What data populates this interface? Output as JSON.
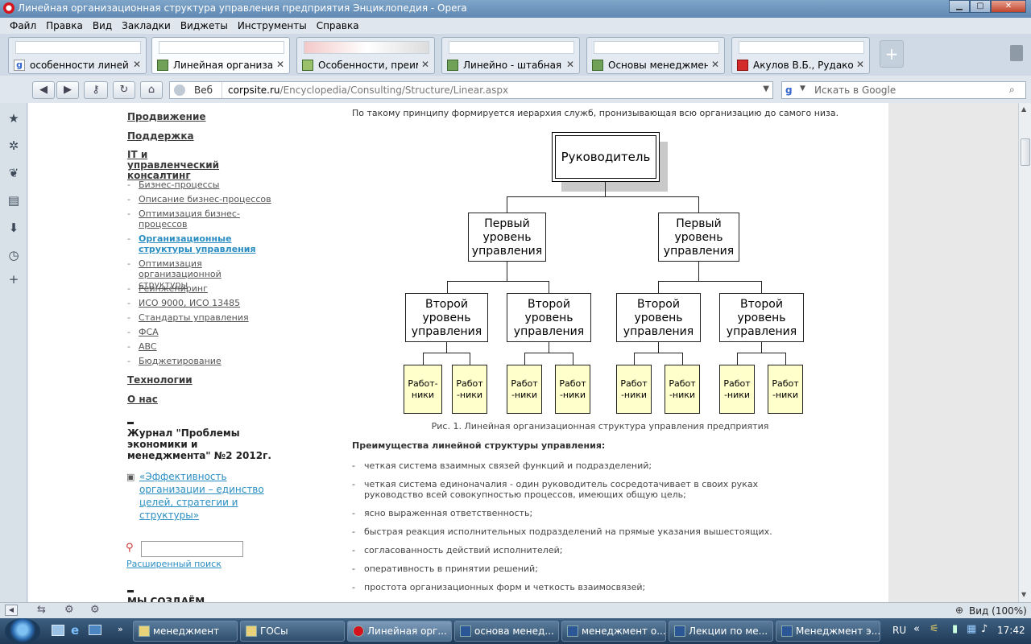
{
  "window": {
    "title": "Линейная организационная структура управления предприятия Энциклопедия - Opera"
  },
  "menu": [
    "Файл",
    "Правка",
    "Вид",
    "Закладки",
    "Виджеты",
    "Инструменты",
    "Справка"
  ],
  "tabs": [
    {
      "label": "особенности линей...",
      "icon": "google-icon"
    },
    {
      "label": "Линейная организац...",
      "icon": "page-icon",
      "active": true
    },
    {
      "label": "Особенности, преим...",
      "icon": "page-icon"
    },
    {
      "label": "Линейно - штабная ...",
      "icon": "page-icon"
    },
    {
      "label": "Основы менеджмен...",
      "icon": "page-icon"
    },
    {
      "label": "Акулов В.Б., Рудаков...",
      "icon": "aup-icon"
    }
  ],
  "address": {
    "scheme_label": "Веб",
    "host": "corpsite.ru",
    "path": "/Encyclopedia/Consulting/Structure/Linear.aspx"
  },
  "search": {
    "placeholder": "Искать в Google"
  },
  "sidebar": {
    "top_links": [
      "Продвижение",
      "Поддержка",
      "IT и управленческий консалтинг"
    ],
    "sub_links": [
      {
        "label": "Бизнес-процессы"
      },
      {
        "label": "Описание бизнес-процессов"
      },
      {
        "label": "Оптимизация бизнес-процессов"
      },
      {
        "label": "Организационные структуры управления",
        "current": true
      },
      {
        "label": "Оптимизация организационной структуры"
      },
      {
        "label": "Реинжениринг"
      },
      {
        "label": "ИСО 9000, ИСО 13485"
      },
      {
        "label": "Стандарты управления"
      },
      {
        "label": "ФСА"
      },
      {
        "label": "ABC"
      },
      {
        "label": "Бюджетирование"
      }
    ],
    "bottom_links": [
      "Технологии",
      "О нас"
    ],
    "journal_title": "Журнал \"Проблемы экономики и менеджмента\" №2 2012г.",
    "journal_article": "«Эффективность организации – единство целей, стратегии и структуры»",
    "advanced_search": "Расширенный поиск",
    "footer_heading": "МЫ СОЗДАЁМ"
  },
  "content": {
    "intro": "По такому принципу формируется иерархия служб, пронизывающая всю организацию до самого низа.",
    "chart": {
      "root": "Руководитель",
      "level1": "Первый уровень управления",
      "level2": "Второй уровень управления",
      "workers_a": "Работ-ники",
      "workers_b": "Работ -ники"
    },
    "caption": "Рис. 1. Линейная организационная структура управления предприятия",
    "advantages_title": "Преимущества линейной структуры управления:",
    "advantages": [
      "четкая система взаимных связей функций и подразделений;",
      "четкая система единоначалия - один руководитель сосредотачивает в своих руках руководство всей совокупностью процессов, имеющих общую цель;",
      "ясно выраженная ответственность;",
      "быстрая реакция исполнительных подразделений на прямые указания вышестоящих.",
      "согласованность действий исполнителей;",
      "оперативность в принятии решений;",
      "простота организационных форм и четкость взаимосвязей;"
    ]
  },
  "statusbar": {
    "zoom": "Вид (100%)"
  },
  "taskbar": {
    "items": [
      {
        "label": "менеджмент"
      },
      {
        "label": "ГОСы"
      },
      {
        "label": "Линейная орг...",
        "active": true
      },
      {
        "label": "основа менед..."
      },
      {
        "label": "менеджмент о..."
      },
      {
        "label": "Лекции по ме..."
      },
      {
        "label": "Менеджмент э..."
      }
    ],
    "lang": "RU",
    "clock": "17:42"
  }
}
